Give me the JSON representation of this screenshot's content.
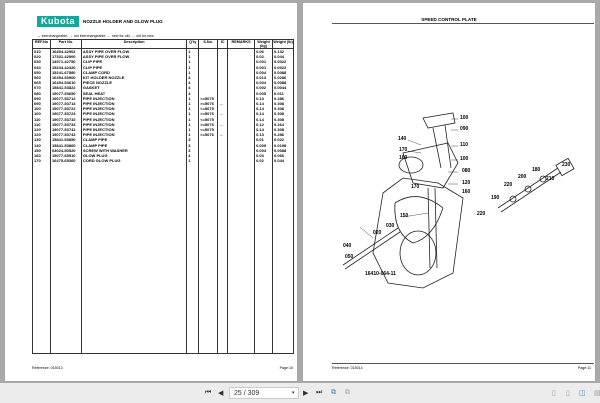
{
  "left_page": {
    "logo": "Kubota",
    "title": "NOZZLE HOLDER AND GLOW PLUG",
    "legend": "↔ interchangeable,  → not interchangeable,  ← new for old,  → old for new",
    "columns": [
      "REF.No",
      "Part No.",
      "Description",
      "Q'ty",
      "S.No.",
      "IC",
      "REMARKS",
      "Weight (kg)",
      "Weight (lb)"
    ],
    "rows": [
      [
        "010",
        "16454-42902",
        "ASSY PIPE OVER FLOW",
        "1",
        "",
        "",
        "",
        "0.06",
        "0.132"
      ],
      [
        "020",
        "17331-42900",
        "ASSY PIPE OVER FLOW",
        "1",
        "",
        "",
        "",
        "0.02",
        "0.044"
      ],
      [
        "030",
        "14971-42750",
        "CLIP PIPE",
        "1",
        "",
        "",
        "",
        "0.001",
        "0.0022"
      ],
      [
        "040",
        "15244-42320",
        "CLIP PIPE",
        "1",
        "",
        "",
        "",
        "0.001",
        "0.0022"
      ],
      [
        "050",
        "15241-67580",
        "CLAMP CORD",
        "1",
        "",
        "",
        "",
        "0.004",
        "0.0088"
      ],
      [
        "060",
        "16454-53900",
        "KIT HOLDER NOZZLE",
        "4",
        "",
        "",
        "",
        "0.013",
        "0.0286"
      ],
      [
        "065",
        "16454-53610",
        "PIECE NOZZLE",
        "4",
        "",
        "",
        "",
        "0.004",
        "0.0088"
      ],
      [
        "070",
        "15841-53822",
        "GASKET",
        "4",
        "",
        "",
        "",
        "0.002",
        "0.0044"
      ],
      [
        "080",
        "19077-53650",
        "SEAL HEAT",
        "4",
        "",
        "",
        "",
        "0.005",
        "0.011"
      ],
      [
        "090",
        "19077-53712",
        "PIPE INJECTION",
        "1",
        "<=5075",
        "",
        "",
        "0.13",
        "0.286"
      ],
      [
        "090",
        "19077-53714",
        "PIPE INJECTION",
        "1",
        ">=5076",
        "↔",
        "",
        "0.14",
        "0.308"
      ],
      [
        "100",
        "19077-53722",
        "PIPE INJECTION",
        "1",
        "<=5075",
        "",
        "",
        "0.14",
        "0.308"
      ],
      [
        "100",
        "19077-53723",
        "PIPE INJECTION",
        "1",
        ">=5076",
        "↔",
        "",
        "0.14",
        "0.308"
      ],
      [
        "110",
        "19077-53732",
        "PIPE INJECTION",
        "1",
        "<=5075",
        "",
        "",
        "0.14",
        "0.308"
      ],
      [
        "110",
        "19077-53733",
        "PIPE INJECTION",
        "1",
        ">=5076",
        "↔",
        "",
        "0.12",
        "0.264"
      ],
      [
        "120",
        "19077-53742",
        "PIPE INJECTION",
        "1",
        "<=5075",
        "",
        "",
        "0.14",
        "0.308"
      ],
      [
        "120",
        "19077-53743",
        "PIPE INJECTION",
        "1",
        ">=5076",
        "↔",
        "",
        "0.13",
        "0.286"
      ],
      [
        "130",
        "15841-53850",
        "CLAMP PIPE",
        "3",
        "",
        "",
        "",
        "0.01",
        "0.022"
      ],
      [
        "140",
        "15841-53860",
        "CLAMP PIPE",
        "3",
        "",
        "",
        "",
        "0.009",
        "0.0198"
      ],
      [
        "150",
        "03024-50520",
        "SCREW WITH WASHER",
        "3",
        "",
        "",
        "",
        "0.004",
        "0.0088"
      ],
      [
        "160",
        "19077-65510",
        "GLOW PLUG",
        "4",
        "",
        "",
        "",
        "0.03",
        "0.066"
      ],
      [
        "170",
        "16475-65360",
        "CORD GLOW PLUG",
        "1",
        "",
        "",
        "",
        "0.02",
        "0.044"
      ]
    ],
    "reference": "Reference: 015013",
    "page": "Page:10"
  },
  "right_page": {
    "title": "SPEED CONTROL PLATE",
    "callouts": [
      "100",
      "090",
      "140",
      "170",
      "160",
      "110",
      "100",
      "080",
      "120",
      "170",
      "160",
      "150",
      "030",
      "020",
      "040",
      "050",
      "180",
      "200",
      "210",
      "230",
      "220",
      "190",
      "220"
    ],
    "diagram_code": "16410-064-11",
    "reference": "Reference: 015014",
    "page": "Page:11"
  },
  "toolbar": {
    "page_field": "25 / 309"
  },
  "colors": {
    "brand": "#1aa39a",
    "background": "#a9a9a9"
  }
}
